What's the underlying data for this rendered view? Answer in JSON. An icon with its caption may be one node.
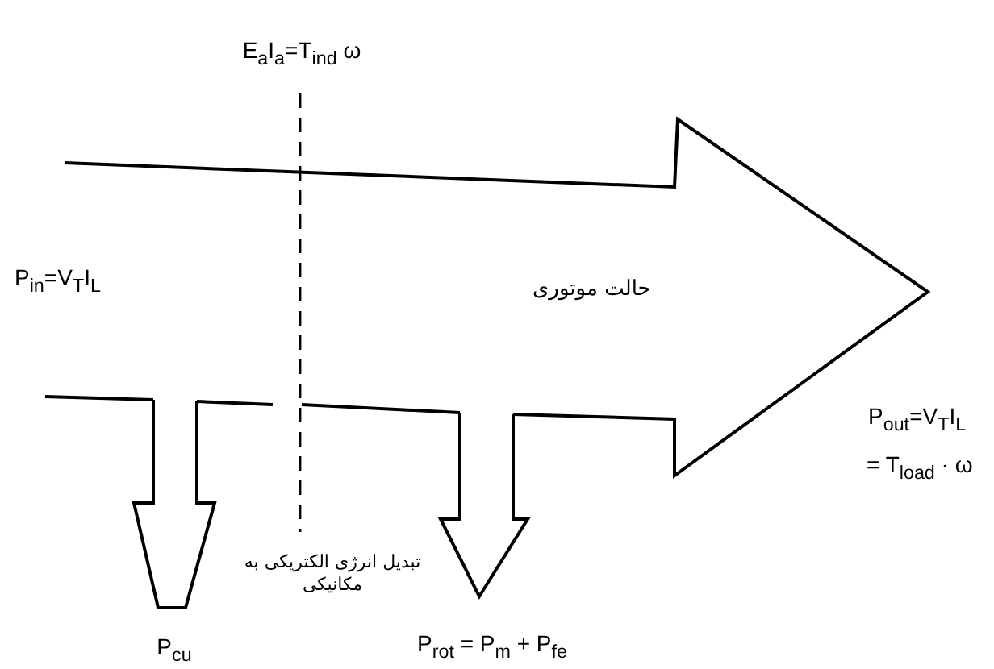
{
  "diagram": {
    "nodes": [
      {
        "text": [
          "حالت موتوری"
        ]
      },
      {
        "text": [],
        "shape": "arrow",
        "beside": [
          "P$_{cu}$"
        ]
      },
      {
        "text": [],
        "shape": "arrow",
        "beside": [
          "P$_{rot}$ =  P$_{m}$ + P$_{fe}$"
        ]
      }
    ],
    "labels": [
      "E$_{a}$I$_{a}$=T$_{ind}$ ω",
      "P$_{in}$=V$_{T}$I$_{L}$",
      "تبدیل انرژی الکتریکی به مکانیکی",
      "P$_{out}$=V$_{T}$I$_{L}$",
      "=  T$_{load}$ · ω"
    ]
  }
}
